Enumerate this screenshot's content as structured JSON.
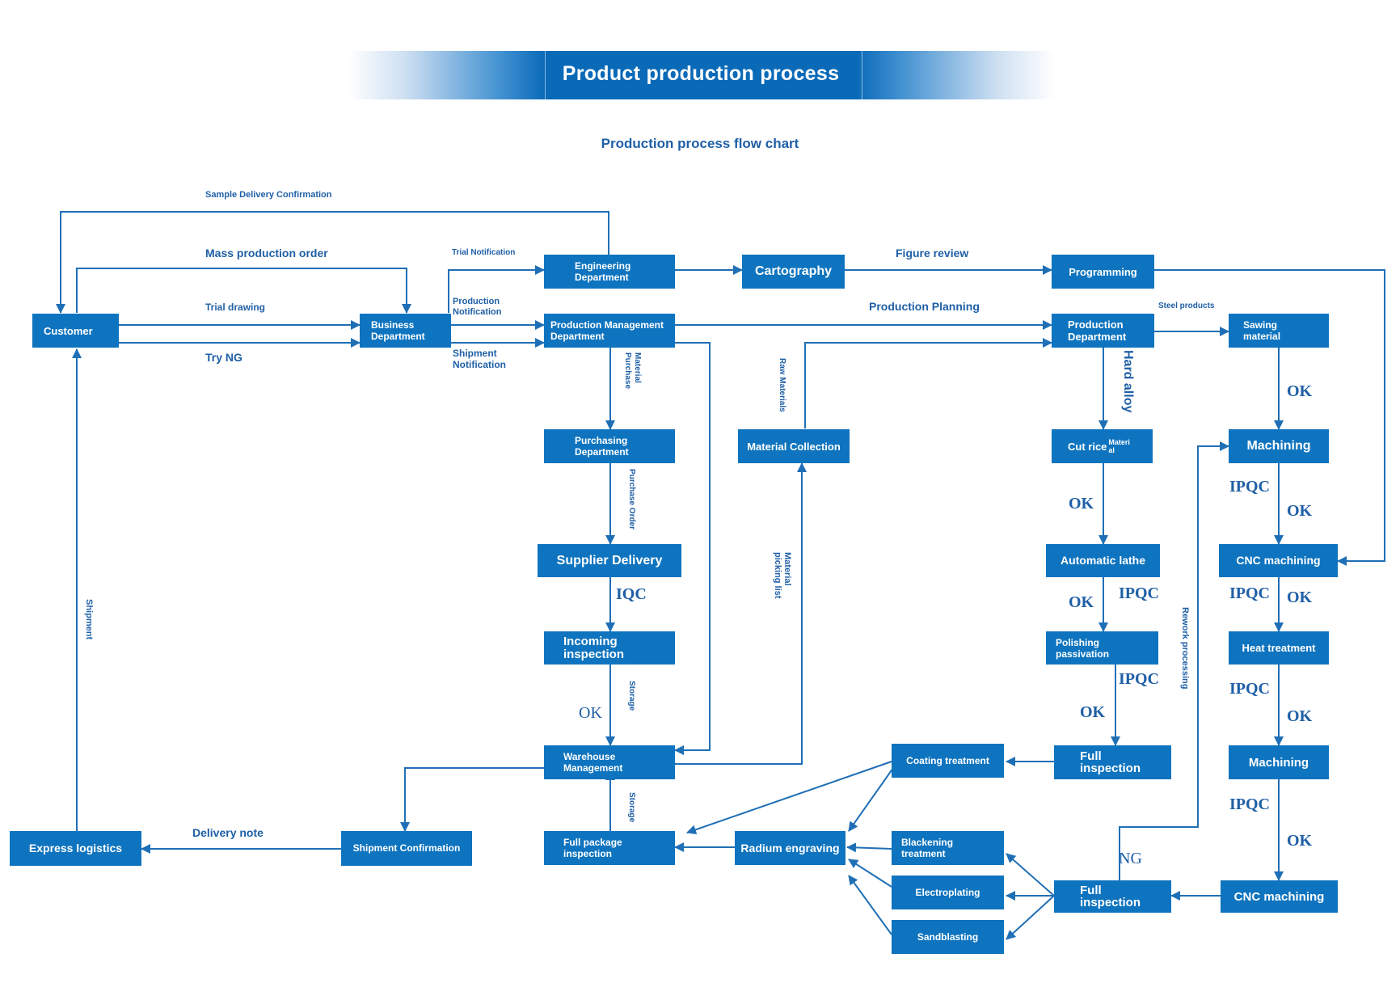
{
  "banner": {
    "title": "Product production process"
  },
  "subtitle": "Production process flow chart",
  "nodes": {
    "customer": "Customer",
    "business": "Business\nDepartment",
    "engineering": "Engineering\nDepartment",
    "cartography": "Cartography",
    "programming": "Programming",
    "prod_mgmt": "Production Management\nDepartment",
    "prod_dept": "Production\nDepartment",
    "sawing": "Sawing\nmaterial",
    "purchasing": "Purchasing\nDepartment",
    "material_collection": "Material Collection",
    "cut_rice": "Cut rice",
    "cut_rice_sub": "Materi\nal",
    "machining1": "Machining",
    "supplier": "Supplier Delivery",
    "auto_lathe": "Automatic lathe",
    "cnc1": "CNC machining",
    "incoming": "Incoming\ninspection",
    "polishing": "Polishing\npassivation",
    "heat": "Heat treatment",
    "warehouse": "Warehouse\nManagement",
    "coating": "Coating treatment",
    "full_insp1": "Full inspection",
    "machining2": "Machining",
    "express": "Express logistics",
    "shipment_conf": "Shipment Confirmation",
    "full_package": "Full package\ninspection",
    "radium": "Radium engraving",
    "blackening": "Blackening\ntreatment",
    "electroplating": "Electroplating",
    "sandblasting": "Sandblasting",
    "full_insp2": "Full inspection",
    "cnc2": "CNC machining"
  },
  "labels": {
    "sample_delivery": "Sample Delivery Confirmation",
    "mass_order": "Mass production order",
    "trial_notification": "Trial Notification",
    "trial_drawing": "Trial drawing",
    "production_notification": "Production\nNotification",
    "try_ng": "Try NG",
    "shipment_notification": "Shipment\nNotification",
    "figure_review": "Figure review",
    "production_planning": "Production Planning",
    "steel_products": "Steel products",
    "material_purchase": "Material\nPurchase",
    "raw_materials": "Raw Materials",
    "hard_alloy": "Hard alloy",
    "purchase_order": "Purchase Order",
    "material_picking": "Material\npicking list",
    "shipment": "Shipment",
    "rework": "Rework processing",
    "storage1": "Storage",
    "storage2": "Storage",
    "delivery_note": "Delivery note",
    "iqc": "IQC",
    "ok_incoming": "OK",
    "ok_saw": "OK",
    "ok_cut": "OK",
    "ok_mach1": "OK",
    "ipqc_mach1": "IPQC",
    "ok_lathe": "OK",
    "ipqc_lathe": "IPQC",
    "ipqc_cnc1": "IPQC",
    "ok_cnc1": "OK",
    "ipqc_pol": "IPQC",
    "ok_pol": "OK",
    "ipqc_heat": "IPQC",
    "ok_heat": "OK",
    "ipqc_mach2": "IPQC",
    "ok_mach2": "OK",
    "ng": "NG"
  },
  "colors": {
    "box": "#0f74bf",
    "line": "#1f6fb6",
    "text": "#1f5fa6"
  }
}
